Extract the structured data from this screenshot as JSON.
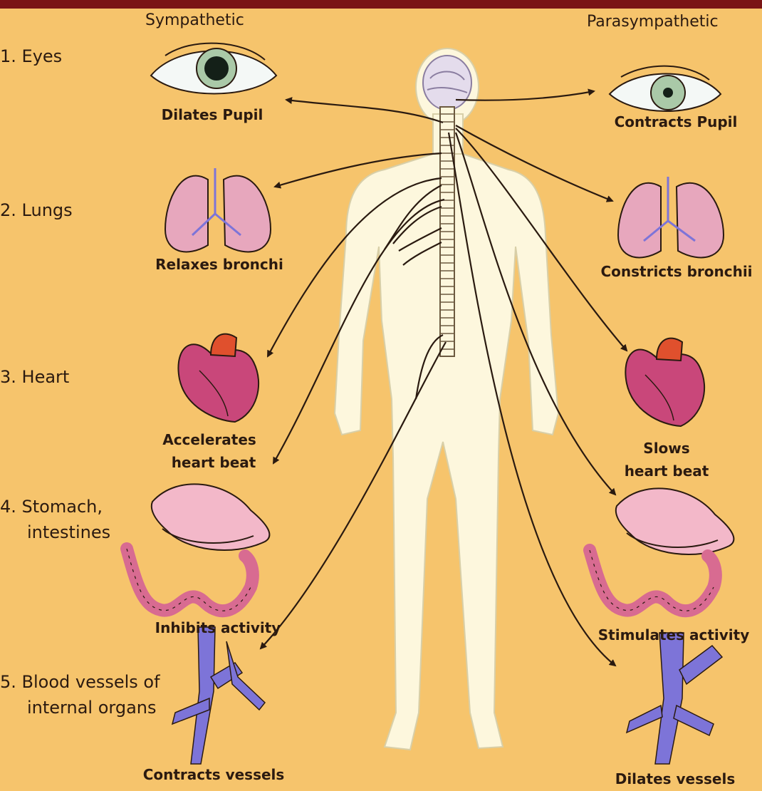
{
  "columns": {
    "sympathetic": "Sympathetic",
    "parasympathetic": "Parasympathetic"
  },
  "organs": [
    {
      "label": "1. Eyes"
    },
    {
      "label": "2. Lungs"
    },
    {
      "label": "3. Heart"
    },
    {
      "label": "4. Stomach,",
      "label2": "intestines"
    },
    {
      "label": "5. Blood vessels of",
      "label2": "internal organs"
    }
  ],
  "effects": {
    "sympathetic": {
      "eyes": "Dilates Pupil",
      "lungs": "Relaxes bronchi",
      "heart1": "Accelerates",
      "heart2": "heart beat",
      "stomach": "Inhibits activity",
      "vessels": "Contracts vessels"
    },
    "parasympathetic": {
      "eyes": "Contracts Pupil",
      "lungs": "Constricts bronchii",
      "heart1": "Slows",
      "heart2": "heart beat",
      "stomach": "Stimulates activity",
      "vessels": "Dilates vessels"
    }
  },
  "colors": {
    "background": "#f6c46c",
    "top_bar": "#7a1516",
    "body": "#fdf7dd",
    "nerve": "#2a1a10",
    "lung": "#e7a7bd",
    "heart": "#c9477a",
    "aorta": "#e0502d",
    "stomach": "#f3b8c9",
    "intestine": "#d86b91",
    "vessel": "#7d74d8"
  }
}
